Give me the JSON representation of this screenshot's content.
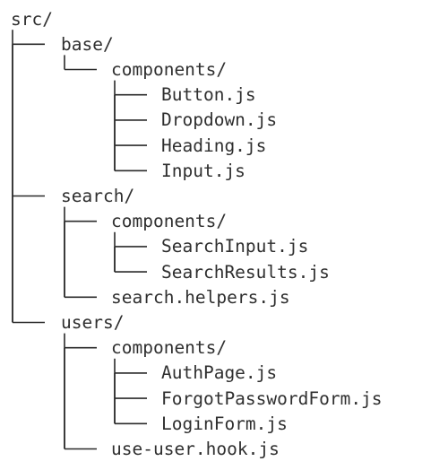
{
  "tree": {
    "root": "src/",
    "nodes": [
      {
        "depth": 1,
        "name": "base/",
        "last": false
      },
      {
        "depth": 2,
        "name": "components/",
        "last": true
      },
      {
        "depth": 3,
        "name": "Button.js",
        "last": false
      },
      {
        "depth": 3,
        "name": "Dropdown.js",
        "last": false
      },
      {
        "depth": 3,
        "name": "Heading.js",
        "last": false
      },
      {
        "depth": 3,
        "name": "Input.js",
        "last": true
      },
      {
        "depth": 1,
        "name": "search/",
        "last": false
      },
      {
        "depth": 2,
        "name": "components/",
        "last": false
      },
      {
        "depth": 3,
        "name": "SearchInput.js",
        "last": false
      },
      {
        "depth": 3,
        "name": "SearchResults.js",
        "last": true
      },
      {
        "depth": 2,
        "name": "search.helpers.js",
        "last": true
      },
      {
        "depth": 1,
        "name": "users/",
        "last": true
      },
      {
        "depth": 2,
        "name": "components/",
        "last": false
      },
      {
        "depth": 3,
        "name": "AuthPage.js",
        "last": false
      },
      {
        "depth": 3,
        "name": "ForgotPasswordForm.js",
        "last": false
      },
      {
        "depth": 3,
        "name": "LoginForm.js",
        "last": true
      },
      {
        "depth": 2,
        "name": "use-user.hook.js",
        "last": true
      }
    ]
  },
  "colors": {
    "text": "#2f2f2f",
    "lines": "#2a2a2a",
    "background": "#ffffff"
  }
}
